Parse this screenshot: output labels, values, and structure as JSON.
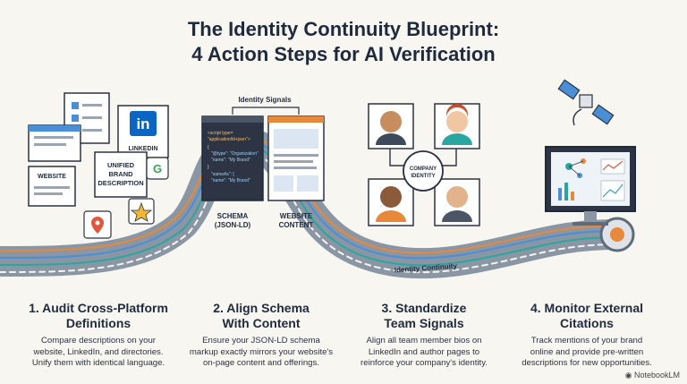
{
  "title": {
    "line1": "The Identity Continuity Blueprint:",
    "line2": "4 Action Steps for AI Verification"
  },
  "illustration": {
    "linkedin_label": "LINKEDIN",
    "unified_brand": [
      "UNIFIED",
      "BRAND",
      "DESCRIPTION"
    ],
    "website_label": "WEBSITE",
    "identity_signals": "Identity Signals",
    "schema_code": [
      "<script type=",
      "\"application/ld+json\">",
      "{",
      "\"@type\": \"Organization\"",
      "\"name\": \"My Brand\"",
      "}",
      "\"sameAs\": [",
      "\"name\": \"My Brand\""
    ],
    "schema_label": [
      "SCHEMA",
      "(JSON-LD)"
    ],
    "website_content_label": [
      "WEBSITE",
      "CONTENT"
    ],
    "company_identity": [
      "COMPANY",
      "IDENTITY"
    ],
    "identity_continuity": "Identity Continuity"
  },
  "steps": [
    {
      "heading": [
        "1. Audit Cross-Platform",
        "Definitions"
      ],
      "desc": [
        "Compare descriptions on your",
        "website, LinkedIn, and directories.",
        "Unify them with identical language."
      ]
    },
    {
      "heading": [
        "2. Align Schema",
        "With Content"
      ],
      "desc": [
        "Ensure your JSON-LD schema",
        "markup exactly mirrors your website's",
        "on-page content and offerings."
      ]
    },
    {
      "heading": [
        "3. Standardize",
        "Team Signals"
      ],
      "desc": [
        "Align all team member bios on",
        "LinkedIn and author pages to",
        "reinforce your company's identity."
      ]
    },
    {
      "heading": [
        "4. Monitor External",
        "Citations"
      ],
      "desc": [
        "Track mentions of your brand",
        "online and provide pre-written",
        "descriptions for new opportunities."
      ]
    }
  ],
  "brand": "NotebookLM",
  "colors": {
    "road": "#5d6b7a",
    "lane_orange": "#e8883a",
    "lane_blue": "#4a8fd6",
    "accent_teal": "#2aa6a0",
    "linkedin": "#0a66c2"
  }
}
